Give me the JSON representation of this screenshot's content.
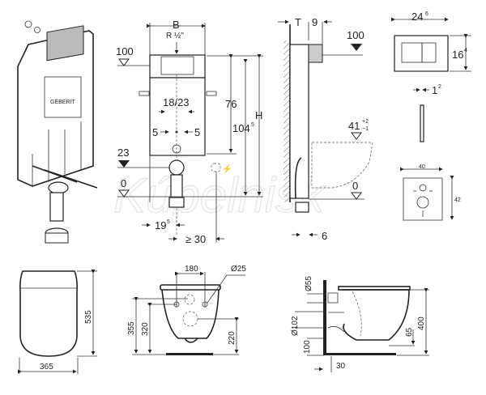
{
  "watermark": "Kúpelnisk",
  "logo_text": "GEBERIT",
  "front_view": {
    "width_label": "B",
    "supply_label": "R ½\"",
    "level_top": "100",
    "spacing": "18/23",
    "offset_left": "5",
    "offset_right": "5",
    "height_76": "76",
    "height_104": "104",
    "height_104_sup": "5",
    "height_label": "H",
    "level_23": "23",
    "level_0": "0",
    "dim_19": "19",
    "dim_19_sup": "5",
    "min_30": "≥ 30"
  },
  "side_view": {
    "depth_label": "T",
    "depth_9": "9",
    "level_100": "100",
    "level_41": "41",
    "tol_plus": "+2",
    "tol_minus": "−1",
    "level_0": "0",
    "dim_6": "6"
  },
  "flush_plate": {
    "width": "24",
    "width_sup": "6",
    "height": "16",
    "height_sup": "4",
    "thickness": "1",
    "thickness_sup": "2"
  },
  "template": {
    "width": "40",
    "height": "42"
  },
  "seat_top": {
    "length": "535",
    "width": "365"
  },
  "bowl_front": {
    "bolt_spacing": "180",
    "bolt_diameter": "Ø25",
    "h355": "355",
    "h320": "320",
    "h220": "220"
  },
  "bowl_side": {
    "d55": "Ø55",
    "d102": "Ø102",
    "h100": "100",
    "h65": "65",
    "h400": "400",
    "d30": "30"
  }
}
